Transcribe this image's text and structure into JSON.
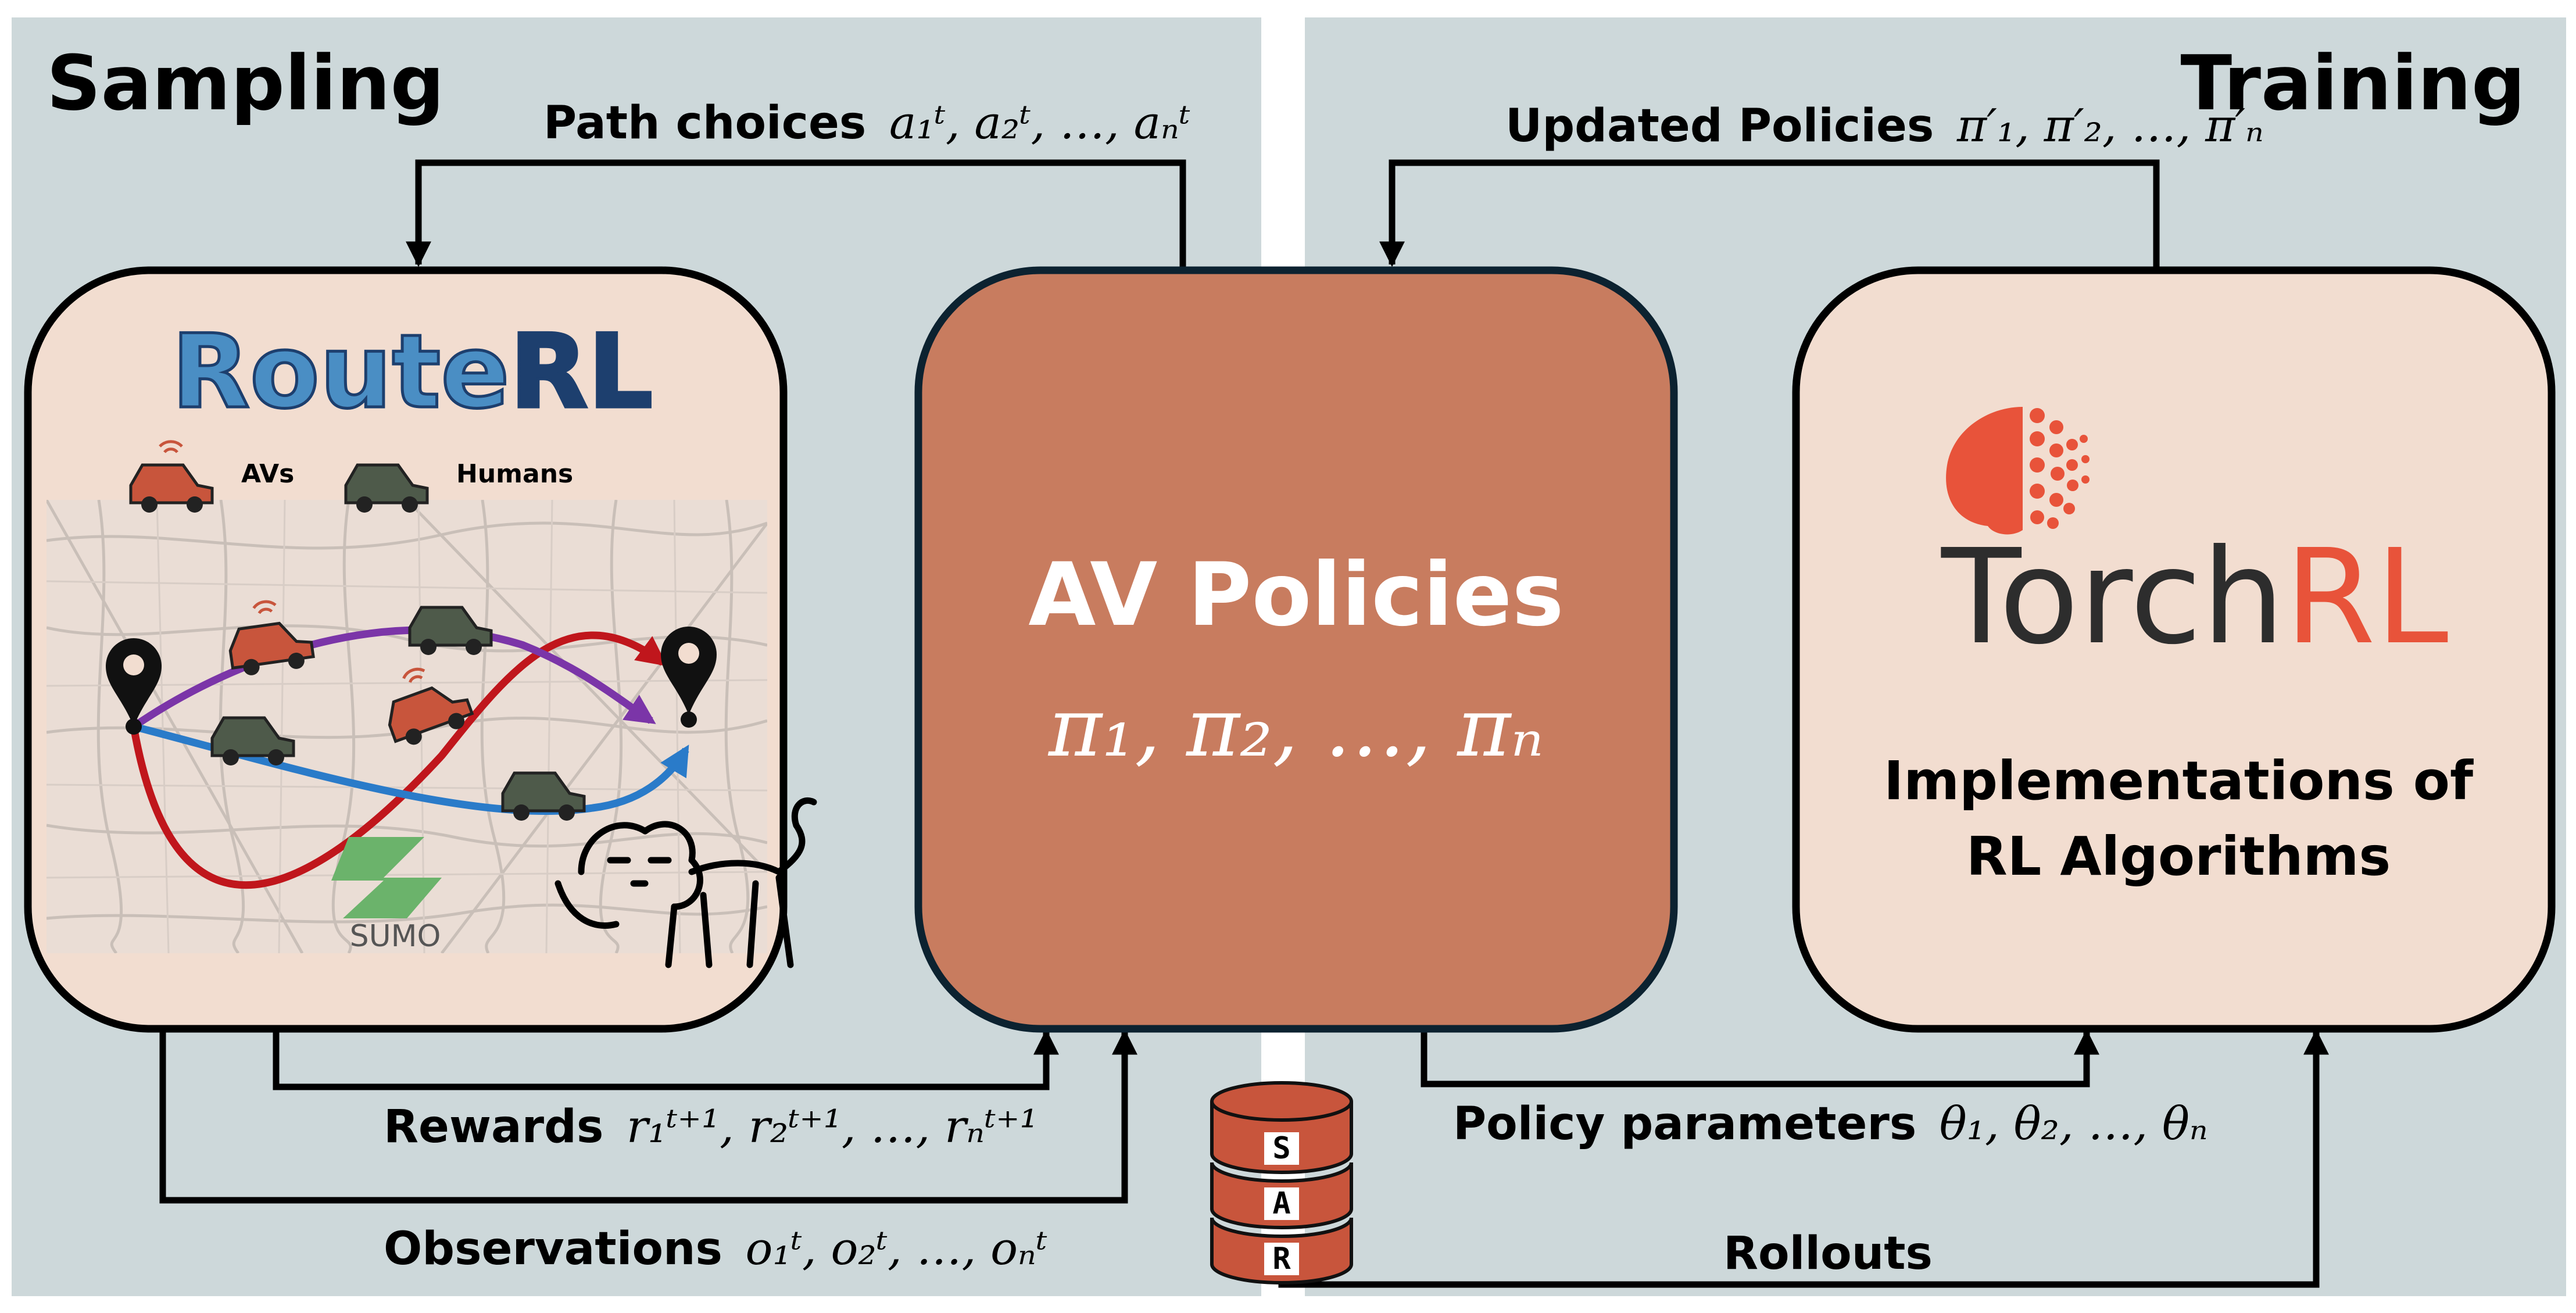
{
  "sections": {
    "sampling_title": "Sampling",
    "training_title": "Training"
  },
  "routerl": {
    "logo_route": "Route",
    "logo_rl": "RL",
    "legend_avs": "AVs",
    "legend_humans": "Humans",
    "sumo_label": "SUMO"
  },
  "policies": {
    "title": "AV Policies",
    "formula": "π₁, π₂, …, πₙ"
  },
  "torchrl": {
    "logo_torch": "Torch",
    "logo_rl": "RL",
    "caption_line1": "Implementations of",
    "caption_line2": "RL Algorithms"
  },
  "arrows": {
    "path_choices_label": "Path choices",
    "path_choices_math": "a₁ᵗ, a₂ᵗ, …, aₙᵗ",
    "updated_policies_label": "Updated Policies",
    "updated_policies_math": "π′₁, π′₂, …, π′ₙ",
    "rewards_label": "Rewards",
    "rewards_math": "r₁ᵗ⁺¹, r₂ᵗ⁺¹, …, rₙᵗ⁺¹",
    "observations_label": "Observations",
    "observations_math": "o₁ᵗ, o₂ᵗ, …, oₙᵗ",
    "policy_params_label": "Policy parameters",
    "policy_params_math": "θ₁, θ₂, …, θₙ",
    "rollouts_label": "Rollouts"
  },
  "buffer": {
    "s": "S",
    "a": "A",
    "r": "R"
  },
  "colors": {
    "panel_bg": "#cdd8da",
    "light_box": "#f2ddd0",
    "policy_box": "#c87c5f",
    "av_car": "#c8553c",
    "human_car": "#4e5a4a",
    "route_red": "#c0161c",
    "route_purple": "#7b35a8",
    "route_blue": "#2a7bc9",
    "routerl_blue": "#4a8ec4",
    "routerl_dark": "#1d3f6e",
    "torch_orange": "#e8533a",
    "sumo_green": "#6bb36b"
  }
}
